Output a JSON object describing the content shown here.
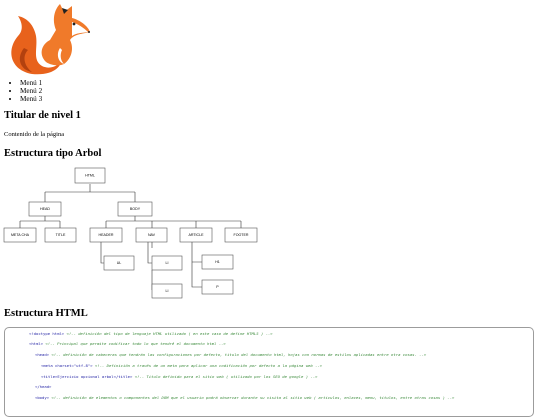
{
  "menu": {
    "items": [
      "Menú 1",
      "Menú 2",
      "Menú 3"
    ]
  },
  "headings": {
    "level1": "Titular de nivel 1",
    "tree_title": "Estructura tipo Arbol",
    "html_title": "Estructura HTML"
  },
  "content_text": "Contenido de la página",
  "tree": {
    "html": "HTML",
    "head": "HEAD",
    "body": "BODY",
    "meta": "META CHA",
    "title": "TITLE",
    "header": "HEADER",
    "nav": "NAV",
    "article": "ARTICLE",
    "footer": "FOOTER",
    "nav_ul": "UL",
    "nav_li": "LI",
    "art_h1": "H1",
    "art_p": "P"
  },
  "code": {
    "l1_tag": "<!doctype html>",
    "l1_cmt": "<!-- definición del tipo de lenguaje HTML utilizado ( en este caso de define HTML5 ) -->",
    "l2_tag": "<html>",
    "l2_cmt": "<!-- Principal que permite codificar todo lo que tendré el documento html -->",
    "l3_tag": "<head>",
    "l3_cmt": "<!-- definición de cabeceras que tendrán las configuraciones por defecto, titulo del documento html, hojas con normas de estilos aplicadas entre otra cosas. -->",
    "l4_tag": "<meta charset=\"utf-8\">",
    "l4_cmt": "<!-- Definición a través de un meta para aplicar una codificación por defecto a la página web -->",
    "l5_tag": "<title>Ejercicio opcional arbol</title>",
    "l5_cmt": "<!-- Titulo definido para el sitio web ( utilizado por los SEO de google ) -->",
    "l6_tag": "</head>",
    "l7_tag": "<body>",
    "l7_cmt": "<!-- definición de elementos o componentes del DOM que el usuario podrá observar durante su visita al sitio web ( articulos, enlaces, menu, titulos, entre otras cosas ) -->"
  },
  "colors": {
    "code_tag": "#1f1fa3",
    "code_comment": "#3a8a3a",
    "fox_orange": "#e8621c"
  },
  "icons": {
    "logo": "fox-logo-icon"
  }
}
